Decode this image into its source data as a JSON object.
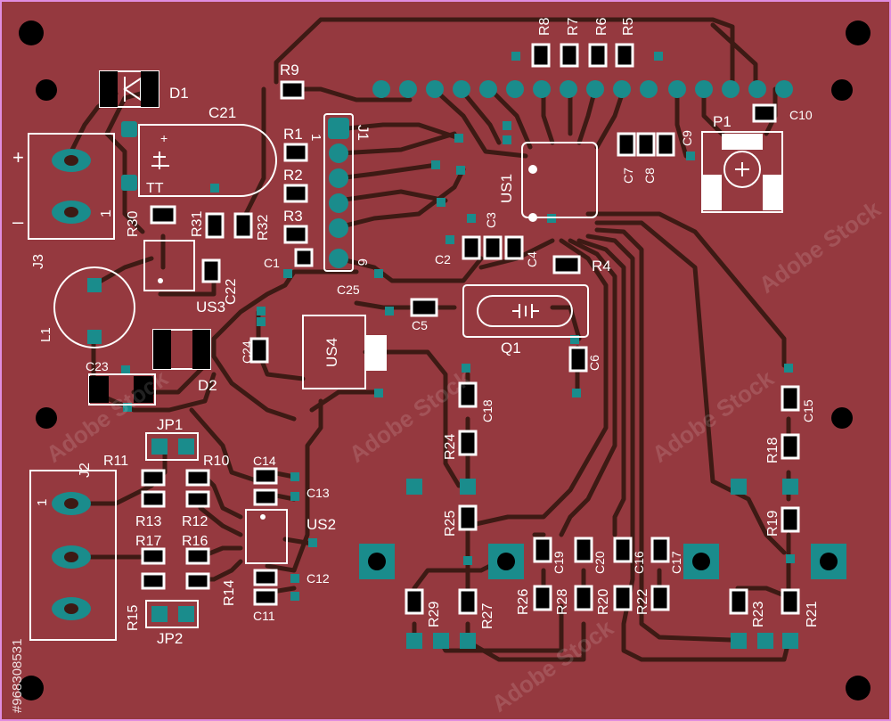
{
  "colors": {
    "board": "#95393f",
    "trace": "#3d1a14",
    "pad": "#1a8c8c",
    "silk": "#ffffff",
    "hole": "#000000",
    "outline": "#e08de0"
  },
  "labels": {
    "d1": "D1",
    "c21": "C21",
    "j1": "J1",
    "j1_pin1": "1",
    "j1_pin6": "6",
    "r9": "R9",
    "r1": "R1",
    "r2": "R2",
    "r3": "R3",
    "r8": "R8",
    "r7": "R7",
    "r6": "R6",
    "r5": "R5",
    "us1": "US1",
    "c10": "C10",
    "p1": "P1",
    "c9": "C9",
    "c7": "C7",
    "c8": "C8",
    "c3": "C3",
    "c4": "C4",
    "c2": "C2",
    "c1": "C1",
    "r4": "R4",
    "j3": "J3",
    "j3_plus": "+",
    "j3_minus": "–",
    "j3_pin1": "1",
    "c21_plus": "+",
    "c21_tt": "TT",
    "r30": "R30",
    "r31": "R31",
    "r32": "R32",
    "us3": "US3",
    "c22": "C22",
    "c25": "C25",
    "c5": "C5",
    "q1": "Q1",
    "c6": "C6",
    "l1": "L1",
    "c23": "C23",
    "d2": "D2",
    "c24": "C24",
    "us4": "US4",
    "jp1": "JP1",
    "jp2": "JP2",
    "j2": "J2",
    "j2_pin1": "1",
    "r11": "R11",
    "r10": "R10",
    "r13": "R13",
    "r12": "R12",
    "r17": "R17",
    "r16": "R16",
    "r15": "R15",
    "r14": "R14",
    "c14": "C14",
    "c13": "C13",
    "us2": "US2",
    "c12": "C12",
    "c11": "C11",
    "c18": "C18",
    "r24": "R24",
    "r25": "R25",
    "r26": "R26",
    "r27": "R27",
    "r28": "R28",
    "r29": "R29",
    "c19": "C19",
    "c20": "C20",
    "r20": "R20",
    "c16": "C16",
    "r22": "R22",
    "c17": "C17",
    "c15": "C15",
    "r18": "R18",
    "r19": "R19",
    "r23": "R23",
    "r21": "R21"
  },
  "watermark": {
    "brand": "Adobe Stock",
    "id": "#968308531"
  }
}
